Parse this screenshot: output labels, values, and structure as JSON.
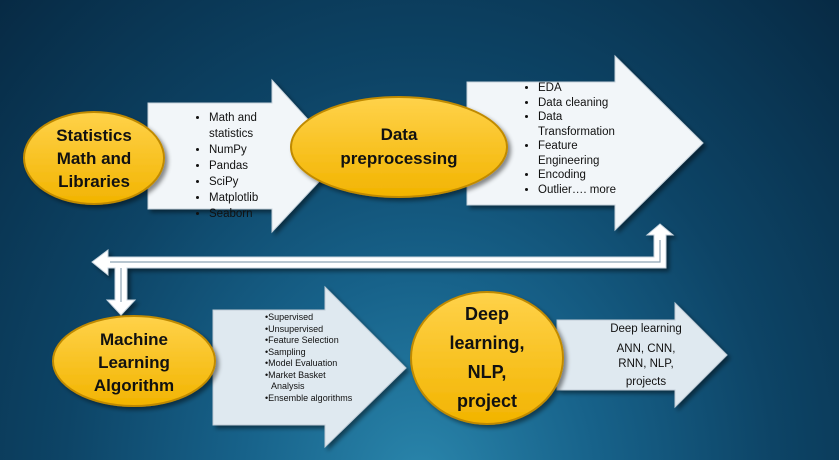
{
  "steps": [
    {
      "title_lines": [
        "Statistics",
        "Math and",
        "Libraries"
      ],
      "items": [
        "Math and statistics",
        "NumPy",
        "Pandas",
        "SciPy",
        "Matplotlib",
        "Seaborn"
      ]
    },
    {
      "title_lines": [
        "Data",
        "preprocessing"
      ],
      "items": [
        "EDA",
        "Data cleaning",
        "Data Transformation",
        "Feature Engineering",
        "Encoding",
        "Outlier…. more"
      ]
    },
    {
      "title_lines": [
        "Machine",
        "Learning",
        "Algorithm"
      ],
      "items": [
        "Supervised",
        "Unsupervised",
        "Feature Selection",
        "Sampling",
        "Model Evaluation",
        "Market Basket Analysis",
        "Ensemble algorithms"
      ]
    },
    {
      "title_lines": [
        "Deep",
        "learning,",
        "NLP,",
        "project"
      ],
      "details": [
        "Deep learning",
        "ANN, CNN,",
        "RNN, NLP,",
        "projects"
      ]
    }
  ],
  "colors": {
    "oval_fill": "#ffc000",
    "oval_border": "#c08a00",
    "arrow_fill": "#f2f6f9",
    "arrow_fill_alt": "#dfe9f0"
  }
}
